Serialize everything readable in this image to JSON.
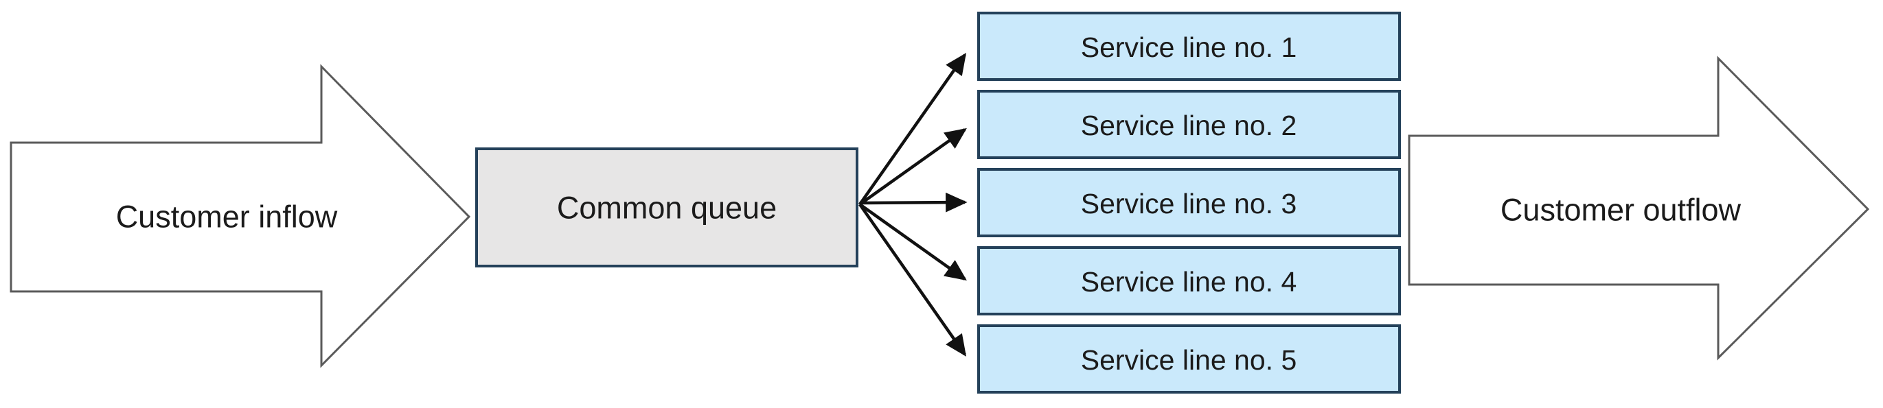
{
  "diagram": {
    "title": "single common queue feeding multiple service lines",
    "inflow": {
      "label": "Customer inflow"
    },
    "queue": {
      "label": "Common queue"
    },
    "outflow": {
      "label": "Customer outflow"
    },
    "service_lines": [
      {
        "label": "Service line no. 1"
      },
      {
        "label": "Service line no. 2"
      },
      {
        "label": "Service line no. 3"
      },
      {
        "label": "Service line no. 4"
      },
      {
        "label": "Service line no. 5"
      }
    ],
    "colors": {
      "big_arrow_fill": "#ffffff",
      "big_arrow_outline": "#5a5a5a",
      "queue_fill": "#e7e6e6",
      "service_fill": "#cae9fb",
      "box_border": "#24415a",
      "connector": "#111111",
      "text": "#1b1b1b"
    }
  }
}
